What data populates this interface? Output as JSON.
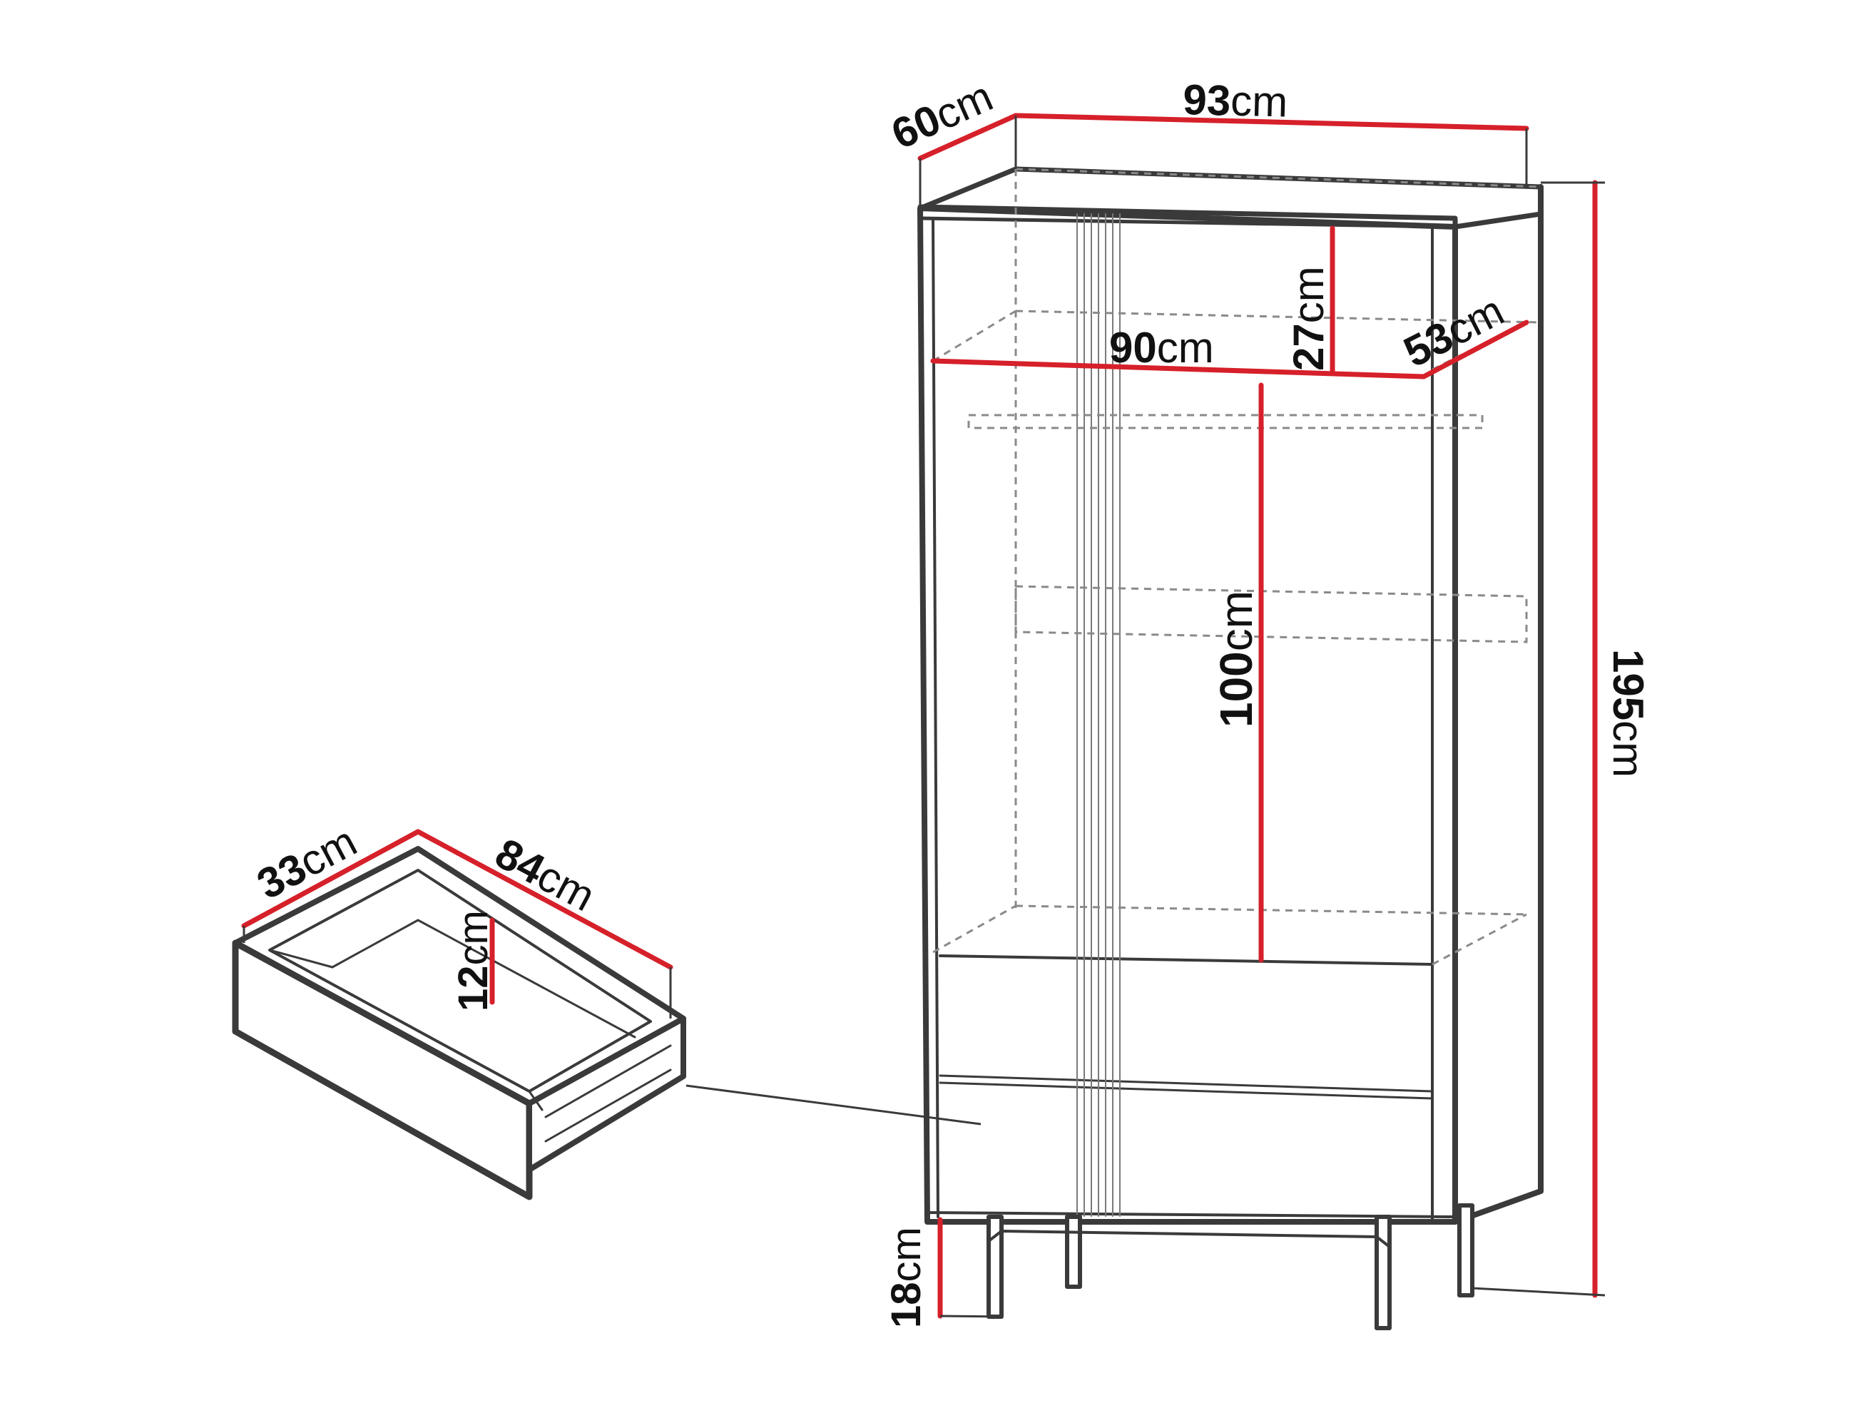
{
  "colors": {
    "outline": "#3a3a3a",
    "dimension_line": "#d6202a",
    "hidden_line": "#8a8a8a",
    "background": "#ffffff"
  },
  "wardrobe": {
    "width": {
      "value": "93",
      "unit": "cm"
    },
    "depth": {
      "value": "60",
      "unit": "cm"
    },
    "height": {
      "value": "195",
      "unit": "cm"
    },
    "top_compartment_height": {
      "value": "27",
      "unit": "cm"
    },
    "inner_width": {
      "value": "90",
      "unit": "cm"
    },
    "inner_depth": {
      "value": "53",
      "unit": "cm"
    },
    "hanging_height": {
      "value": "100",
      "unit": "cm"
    },
    "leg_height": {
      "value": "18",
      "unit": "cm"
    }
  },
  "drawer": {
    "depth": {
      "value": "33",
      "unit": "cm"
    },
    "width": {
      "value": "84",
      "unit": "cm"
    },
    "height": {
      "value": "12",
      "unit": "cm"
    }
  }
}
